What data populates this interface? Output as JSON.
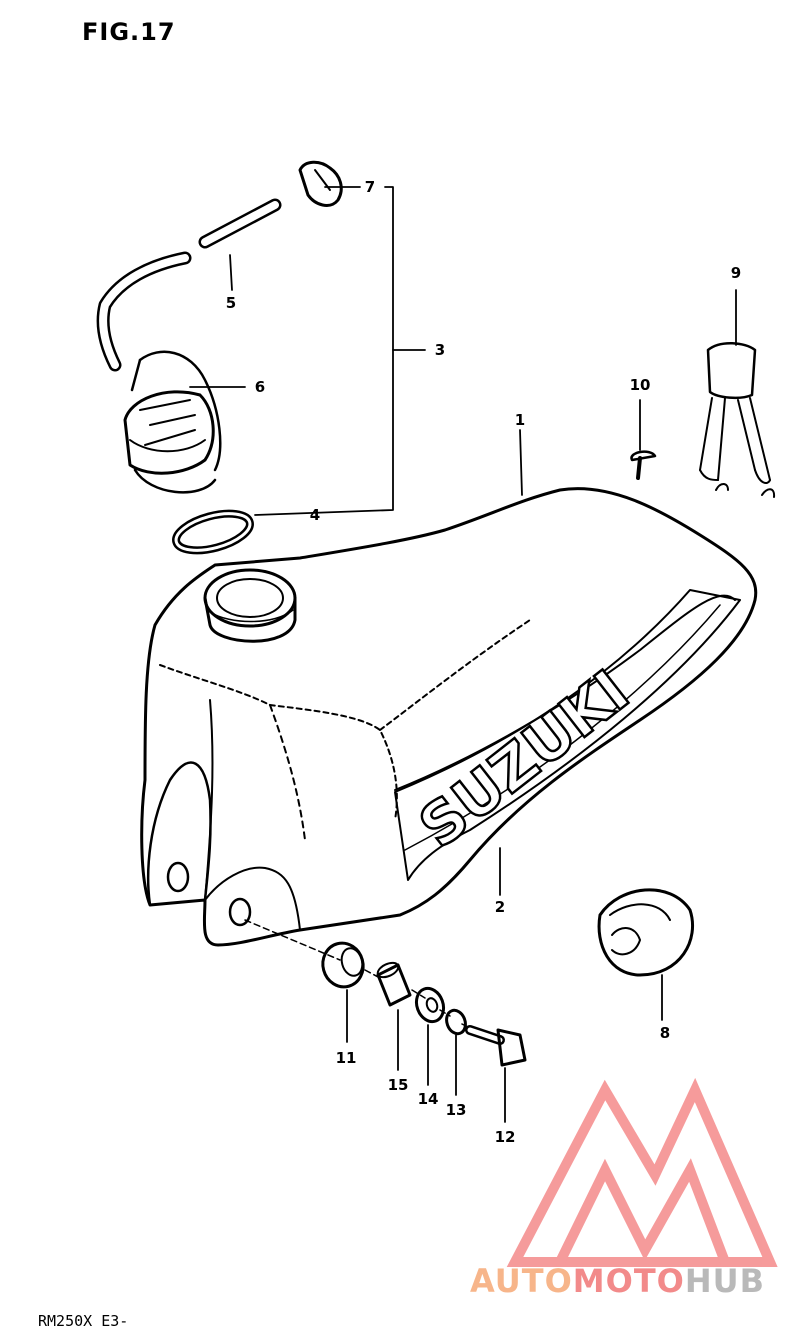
{
  "figure": {
    "title": "FIG.17",
    "model_code": "RM250X E3-"
  },
  "tank_brand": "SUZUKI",
  "watermark": {
    "part1": "AUTO",
    "part2": "MOTO",
    "part3": "HUB",
    "colors": {
      "part1": "#f7b58a",
      "part2": "#f28a8a",
      "part3": "#b9b9b9",
      "triangle": "#f48a8a"
    }
  },
  "callouts": [
    "1",
    "2",
    "3",
    "4",
    "5",
    "6",
    "7",
    "8",
    "9",
    "10",
    "11",
    "12",
    "13",
    "14",
    "15"
  ]
}
